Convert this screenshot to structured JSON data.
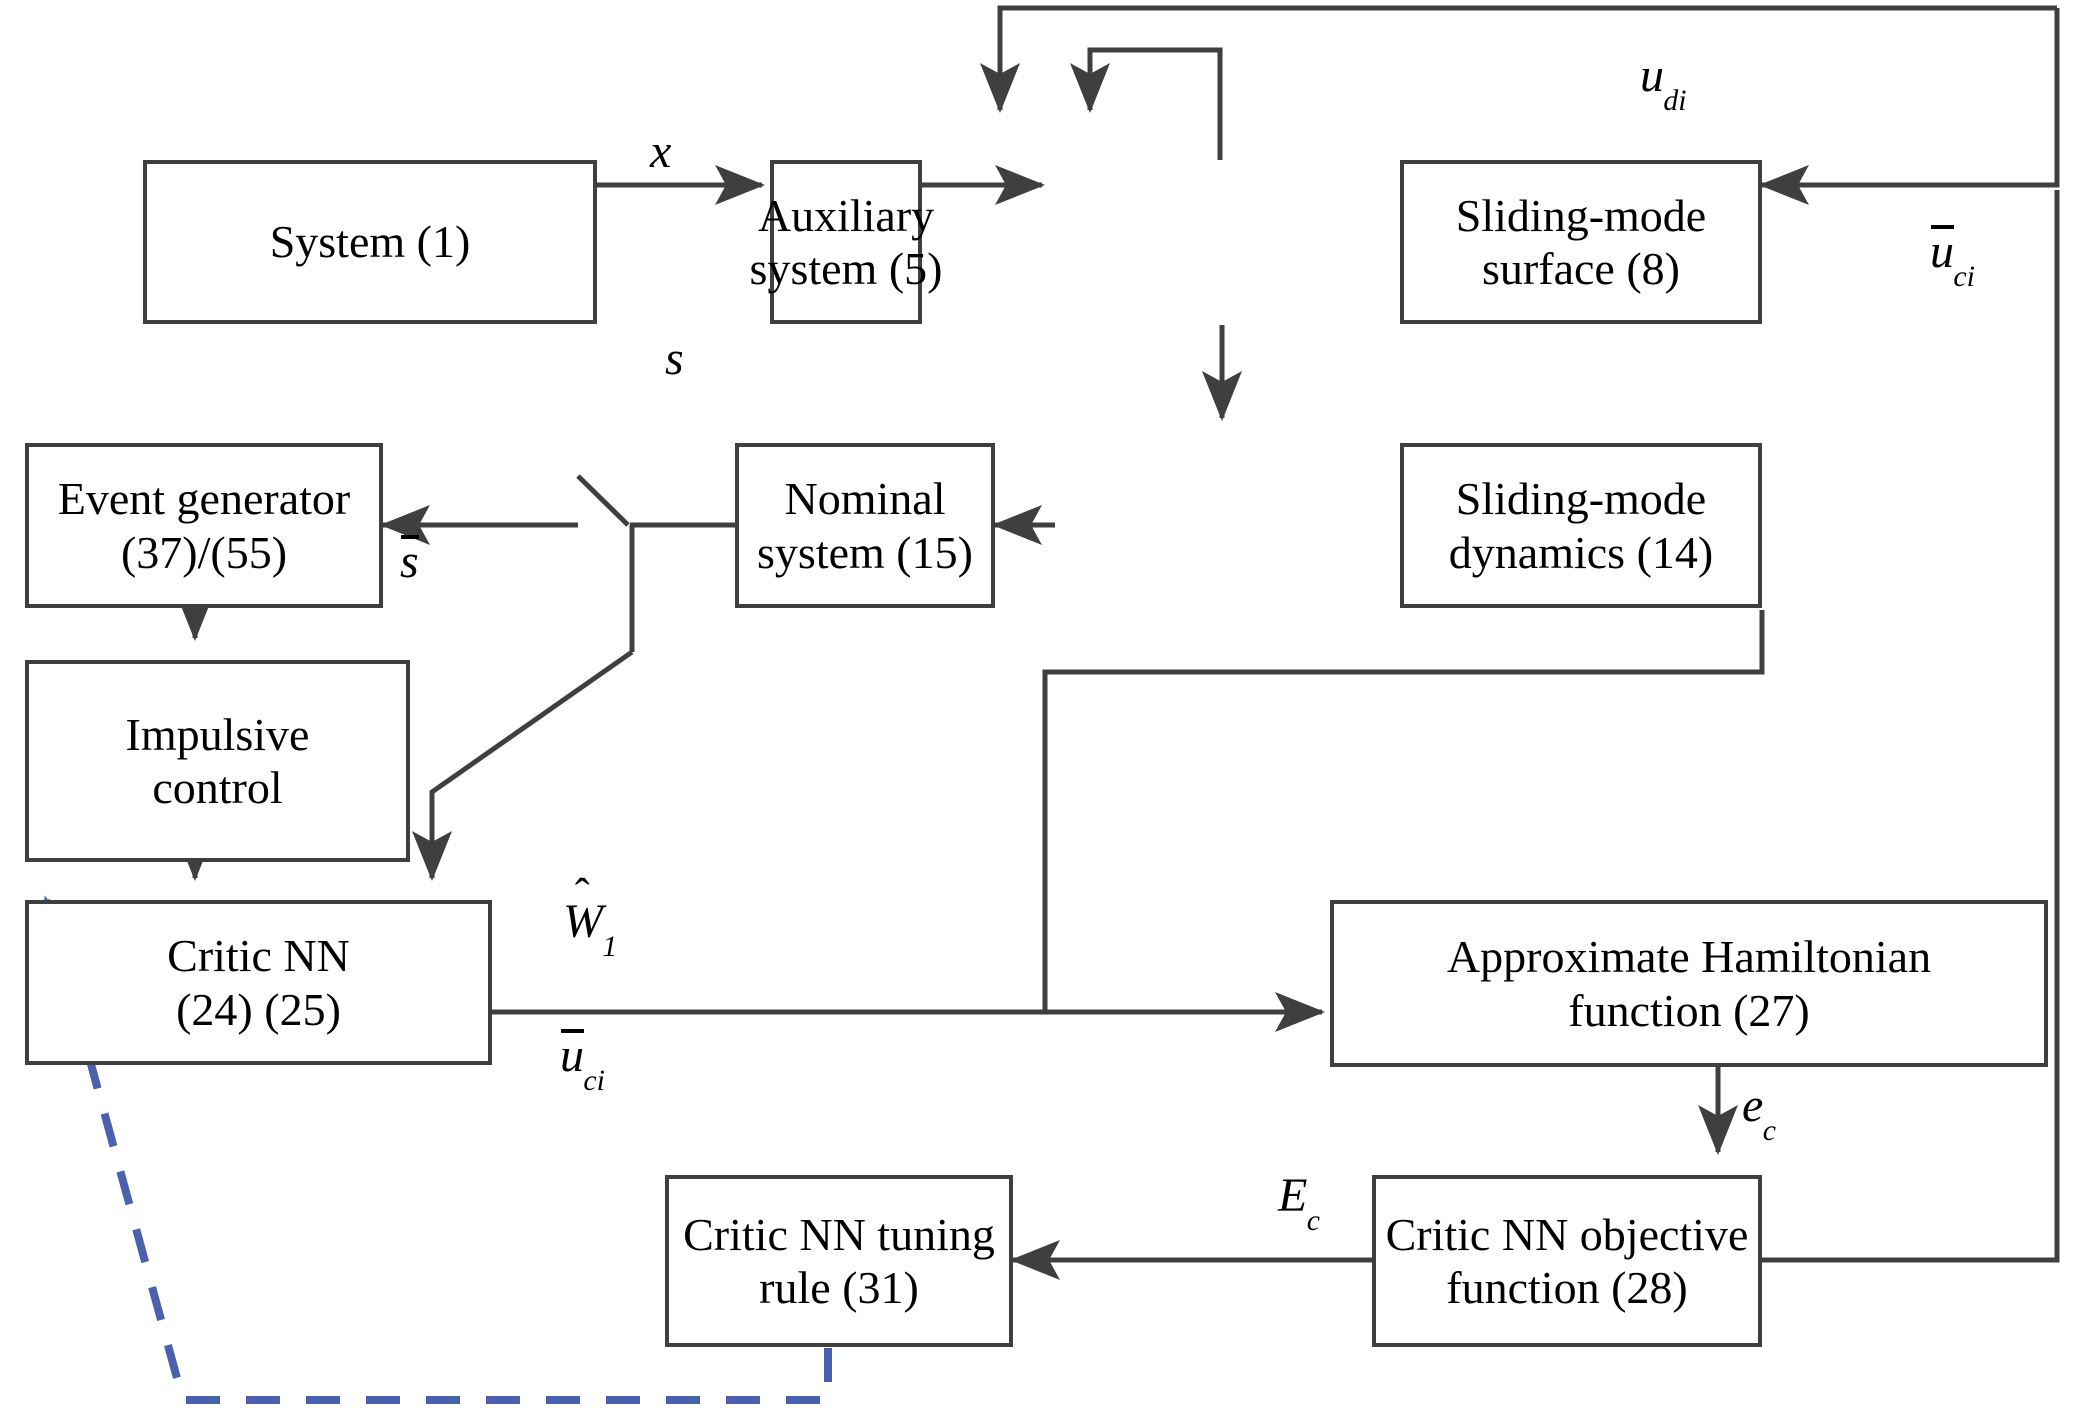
{
  "diagram": {
    "title": "Event-triggered sliding-mode impulsive control block diagram",
    "accent_line_color": "#4a61ad",
    "wire_color": "#3f3f3f",
    "boxes": [
      {
        "id": "system",
        "lines": [
          "System (1)"
        ]
      },
      {
        "id": "auxiliary",
        "lines": [
          "Auxiliary",
          "system (5)"
        ]
      },
      {
        "id": "sm_surface",
        "lines": [
          "Sliding-mode",
          "surface (8)"
        ]
      },
      {
        "id": "event_generator",
        "lines": [
          "Event generator",
          "(37)/(55)"
        ]
      },
      {
        "id": "nominal",
        "lines": [
          "Nominal",
          "system (15)"
        ]
      },
      {
        "id": "sm_dynamics",
        "lines": [
          "Sliding-mode",
          "dynamics (14)"
        ]
      },
      {
        "id": "impulsive",
        "lines": [
          "Impulsive",
          "control"
        ]
      },
      {
        "id": "critic_nn",
        "lines": [
          "Critic NN",
          "(24) (25)"
        ]
      },
      {
        "id": "hamiltonian",
        "lines": [
          "Approximate Hamiltonian",
          "function (27)"
        ]
      },
      {
        "id": "tuning_rule",
        "lines": [
          "Critic NN tuning",
          "rule (31)"
        ]
      },
      {
        "id": "objective",
        "lines": [
          "Critic NN objective",
          "function (28)"
        ]
      }
    ],
    "signal_labels": [
      {
        "id": "x",
        "text": "x",
        "sub": "",
        "overbar": false,
        "hat": false
      },
      {
        "id": "u_di",
        "text": "u",
        "sub": "di",
        "overbar": false,
        "hat": false
      },
      {
        "id": "u_ci_r",
        "text": "u",
        "sub": "ci",
        "overbar": true,
        "hat": false
      },
      {
        "id": "s",
        "text": "s",
        "sub": "",
        "overbar": false,
        "hat": false
      },
      {
        "id": "s_bar",
        "text": "s",
        "sub": "",
        "overbar": true,
        "hat": false
      },
      {
        "id": "w_hat",
        "text": "W",
        "sub": "1",
        "overbar": false,
        "hat": true
      },
      {
        "id": "u_ci_l",
        "text": "u",
        "sub": "ci",
        "overbar": true,
        "hat": false
      },
      {
        "id": "e_c",
        "text": "e",
        "sub": "c",
        "overbar": false,
        "hat": false
      },
      {
        "id": "E_c",
        "text": "E",
        "sub": "c",
        "overbar": false,
        "hat": false
      }
    ]
  }
}
